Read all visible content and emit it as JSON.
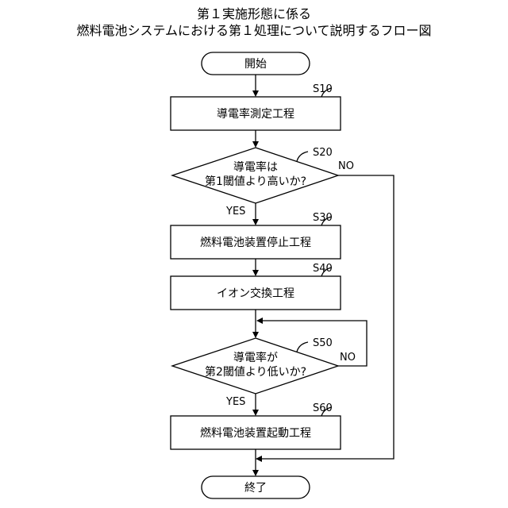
{
  "title": {
    "line1": "第１実施形態に係る",
    "line2": "燃料電池システムにおける第１処理について説明するフロー図"
  },
  "nodes": {
    "start": "開始",
    "s10": "導電率測定工程",
    "s20_line1": "導電率は",
    "s20_line2": "第1閾値より高いか?",
    "s30": "燃料電池装置停止工程",
    "s40": "イオン交換工程",
    "s50_line1": "導電率が",
    "s50_line2": "第2閾値より低いか?",
    "s60": "燃料電池装置起動工程",
    "end": "終了"
  },
  "steps": {
    "s10": "S10",
    "s20": "S20",
    "s30": "S30",
    "s40": "S40",
    "s50": "S50",
    "s60": "S60"
  },
  "branches": {
    "s20_no": "NO",
    "s20_yes": "YES",
    "s50_no": "NO",
    "s50_yes": "YES"
  }
}
